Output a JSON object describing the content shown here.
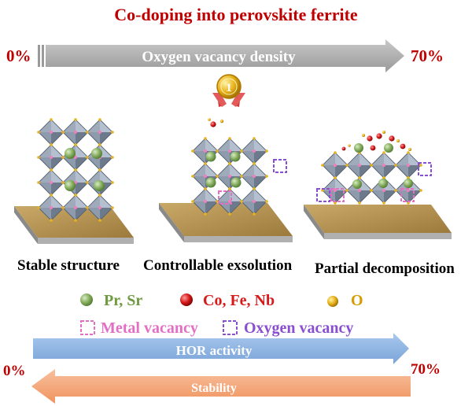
{
  "title": "Co-doping into perovskite ferrite",
  "top_arrow": {
    "label": "Oxygen vacancy density",
    "start": "0%",
    "end": "70%"
  },
  "structures": [
    {
      "label": "Stable structure"
    },
    {
      "label": "Controllable exsolution"
    },
    {
      "label": "Partial decomposition"
    }
  ],
  "legend": {
    "a_site": "Pr, Sr",
    "b_site": "Co, Fe, Nb",
    "oxygen": "O",
    "metal_vacancy": "Metal vacancy",
    "oxygen_vacancy": "Oxygen vacancy"
  },
  "bottom_arrows": {
    "hor_label": "HOR activity",
    "stability_label": "Stability",
    "start": "0%",
    "end": "70%"
  },
  "colors": {
    "title_red": "#c00000",
    "green_atom": "#7ea75a",
    "red_atom": "#d61a1a",
    "gold_atom": "#e8b21c",
    "metal_vacancy": "#e36fc5",
    "oxygen_vacancy": "#8a4fd1",
    "hor_arrow": "#8eb4e3",
    "stability_arrow": "#f4a87c",
    "top_arrow": "#a6a6a6"
  },
  "icons": [
    "gold-medal-icon"
  ]
}
